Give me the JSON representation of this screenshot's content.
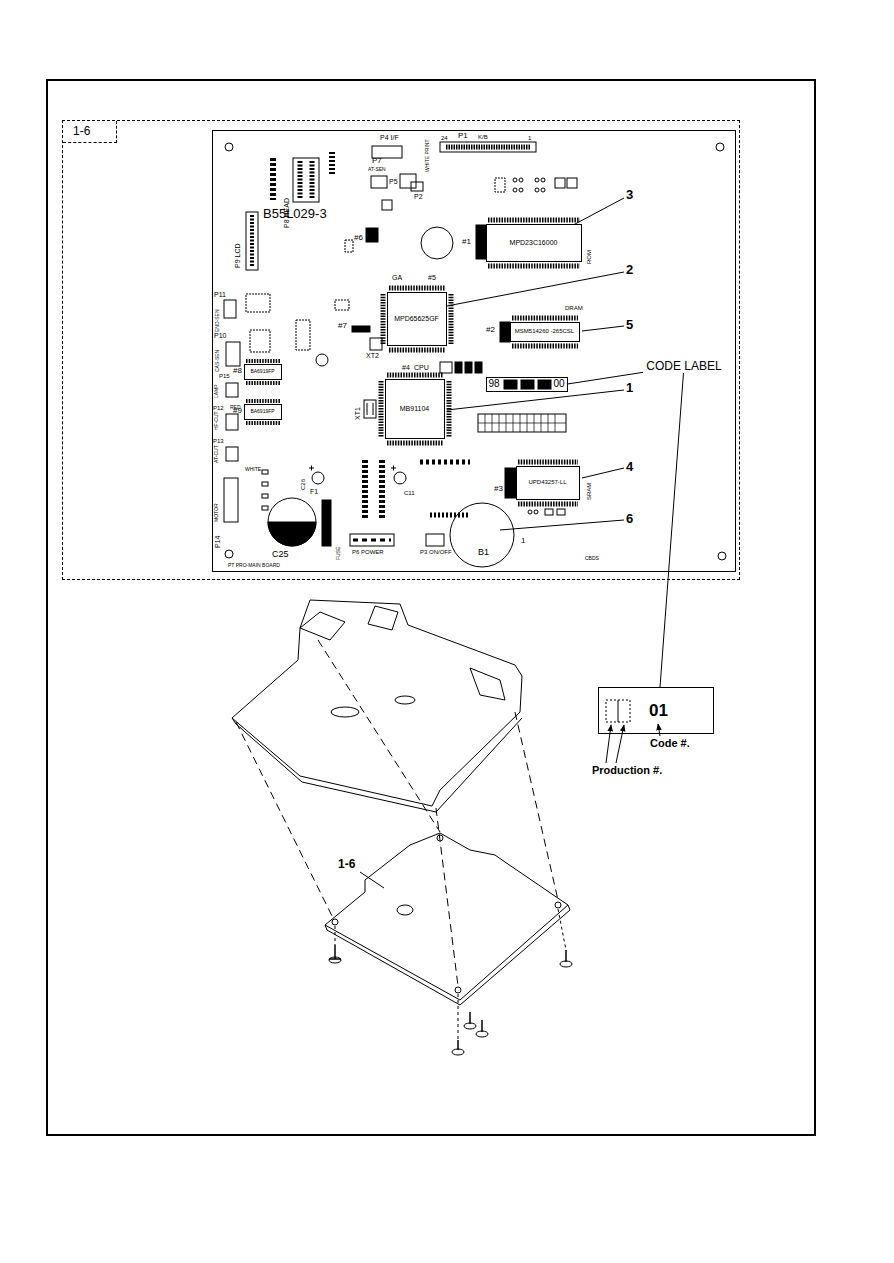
{
  "diagram": {
    "nodes": [
      {
        "text": [
          "1-6"
        ]
      },
      {
        "text": [
          "B55L029-3"
        ],
        "in": 0
      },
      {
        "text": [
          "MPD23C16000"
        ],
        "in": 1
      },
      {
        "text": [
          "MPD65625GF"
        ],
        "in": 1
      },
      {
        "text": [
          "MSM514260 -265CSL"
        ],
        "in": 1
      },
      {
        "text": [
          "98",
          "00"
        ],
        "in": 1
      },
      {
        "text": [
          "MB91104"
        ],
        "in": 1
      },
      {
        "text": [
          "BA6919FP"
        ],
        "in": 1
      },
      {
        "text": [
          "BA6919FP"
        ],
        "in": 1
      },
      {
        "text": [
          "UPD43257-LL"
        ],
        "in": 1
      },
      {
        "text": [
          "01"
        ]
      }
    ],
    "edges": [
      {
        "from": 5,
        "to": 10,
        "label": "CODE LABEL",
        "arrow": "none"
      }
    ],
    "labels": [
      "P4 I/F",
      "24",
      "P1",
      "K/B",
      "1",
      "P7",
      "AT-SEN",
      "P5",
      "P2",
      "WHITE PRINT",
      "P8 HEAD",
      "P9 LCD",
      "#6",
      "#1",
      "ROM",
      "GA",
      "#5",
      "#7",
      "#2",
      "DRAM",
      "XT2",
      "#4",
      "CPU",
      "XT1",
      "#8",
      "#9",
      "P11",
      "END-SEN",
      "P10",
      "CAS-SEN",
      "P15",
      "LAMP",
      "P12",
      "RED",
      "HF-CUT",
      "P13",
      "AT-CUT",
      "WHITE",
      "MOTOR",
      "P14",
      "C26",
      "F1",
      "C25",
      "FUSE",
      "C11",
      "#3",
      "SRAM",
      "P6 POWER",
      "P3 ON/OFF",
      "1",
      "B1",
      "CBDS",
      "PT PRO-MAIN BOARD",
      "3",
      "2",
      "5",
      "1",
      "4",
      "6",
      "1-6",
      "Code #.",
      "Production #."
    ]
  }
}
